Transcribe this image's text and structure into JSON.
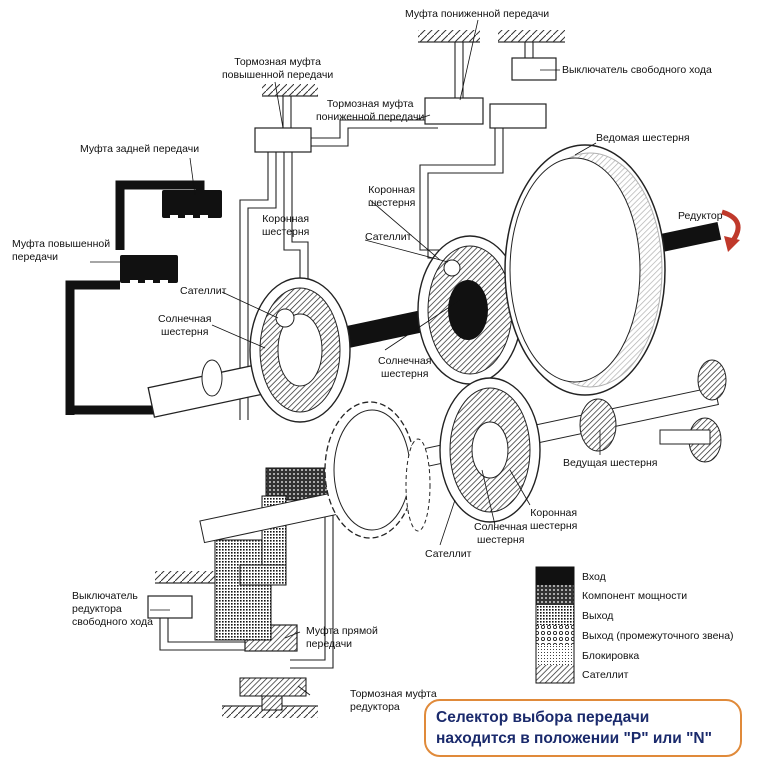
{
  "labels": {
    "low_gear_clutch": "Муфта пониженной передачи",
    "freewheel_switch_top": "Выключатель свободного хода",
    "brake_clutch_high": "Тормозная муфта\nповышенной передачи",
    "brake_clutch_low": "Тормозная муфта\nпониженной передачи",
    "reverse_clutch": "Муфта задней передачи",
    "high_gear_clutch": "Муфта повышенной\nпередачи",
    "driven_gear": "Ведомая шестерня",
    "reducer": "Редуктор",
    "ring_gear_mid": "Коронная\nшестерня",
    "ring_gear_left": "Коронная\nшестерня",
    "satellite_mid": "Сателлит",
    "satellite_left": "Сателлит",
    "sun_gear_left": "Солнечная\nшестерня",
    "sun_gear_mid": "Солнечная\nшестерня",
    "drive_gear": "Ведущая шестерня",
    "ring_gear_bottom": "Коронная\nшестерня",
    "sun_gear_bottom": "Солнечная\nшестерня",
    "satellite_bottom": "Сателлит",
    "reducer_freewheel_switch": "Выключатель\nредуктора\nсвободного хода",
    "direct_clutch": "Муфта прямой\nпередачи",
    "reducer_brake_clutch": "Тормозная муфта\nредуктора"
  },
  "legend": [
    {
      "label": "Вход",
      "pattern": "solid-black"
    },
    {
      "label": "Компонент мощности",
      "pattern": "black-dots"
    },
    {
      "label": "Выход",
      "pattern": "dense-dots"
    },
    {
      "label": "Выход  (промежуточного звена)",
      "pattern": "circles"
    },
    {
      "label": "Блокировка",
      "pattern": "fine-dots"
    },
    {
      "label": "Сателлит",
      "pattern": "hatch"
    }
  ],
  "status": {
    "line1": "Селектор выбора передачи",
    "line2": "находится в положении \"P\" или \"N\""
  },
  "colors": {
    "ink": "#111111",
    "frame": "#e08a3a",
    "status_text": "#1a2a6c",
    "arrow": "#c0392b"
  }
}
